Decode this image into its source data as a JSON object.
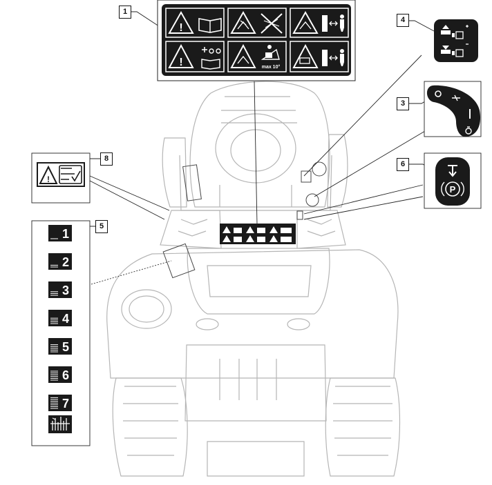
{
  "callouts": {
    "c1": "1",
    "c3": "3",
    "c4": "4",
    "c5": "5",
    "c6": "6",
    "c8": "8"
  },
  "decal1": {
    "slope_text": "max 10°"
  },
  "decal3": {
    "off": "O",
    "on": "I"
  },
  "decal6": {
    "park": "P"
  },
  "decal5": {
    "positions": [
      "1",
      "2",
      "3",
      "4",
      "5",
      "6",
      "7"
    ]
  },
  "colors": {
    "decal_black": "#1a1a1a",
    "line": "#222222",
    "tractor_outline": "#b8b8b8"
  }
}
